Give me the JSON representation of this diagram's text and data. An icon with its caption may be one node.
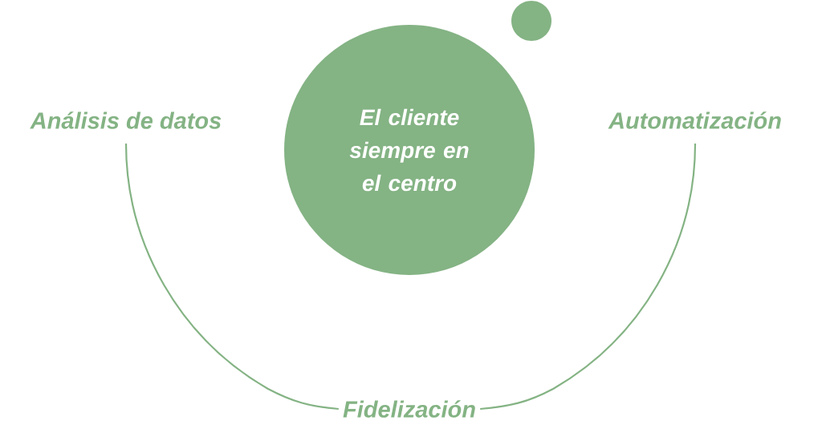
{
  "diagram": {
    "nodes": [
      {
        "text": [],
        "shape": "circle"
      },
      {
        "text": [
          "Análisis de datos"
        ]
      },
      {
        "text": [
          "El cliente siempre en el centro"
        ]
      },
      {
        "text": [
          "Automatización"
        ]
      },
      {
        "text": [
          "Fidelización"
        ]
      }
    ],
    "edges": [
      {
        "from": 1,
        "to": 4,
        "arrow": "none"
      },
      {
        "from": 3,
        "to": 4,
        "arrow": "none"
      }
    ]
  }
}
